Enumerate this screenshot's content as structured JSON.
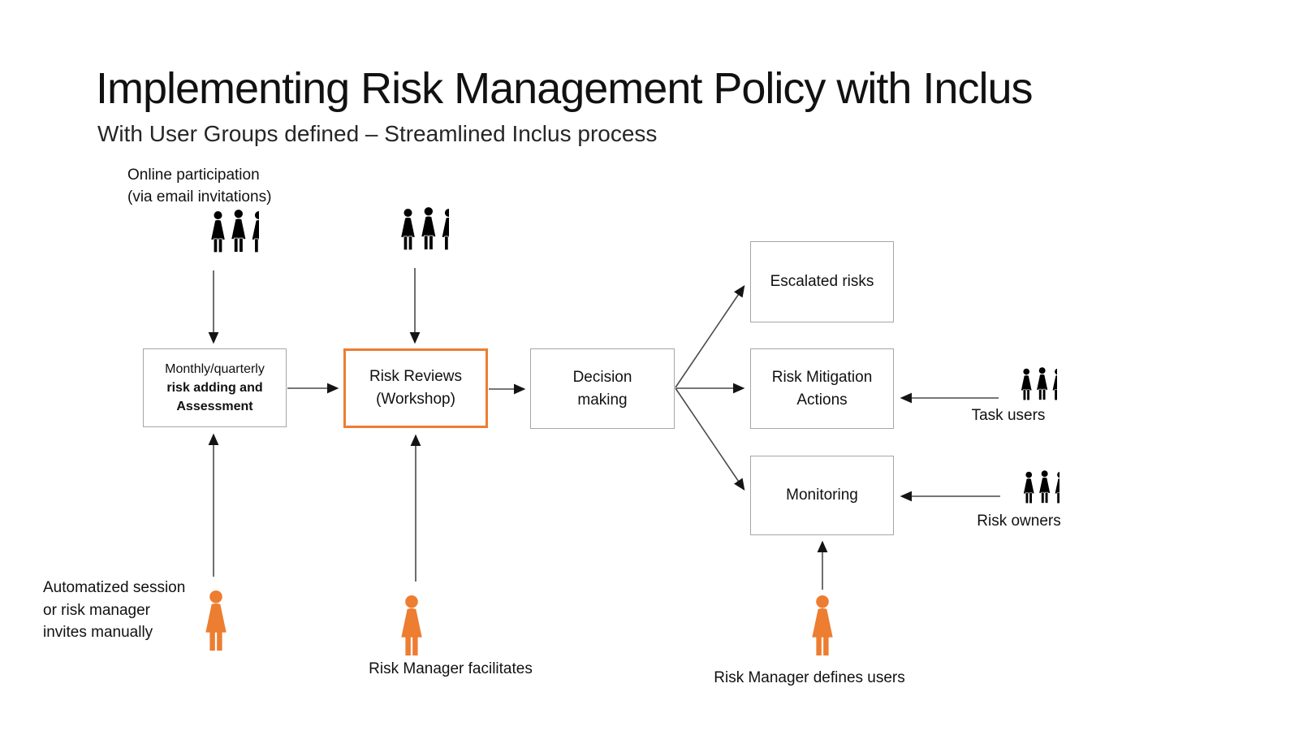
{
  "title": "Implementing Risk Management Policy with Inclus",
  "subtitle": "With User Groups defined – Streamlined Inclus process",
  "colors": {
    "accent_orange": "#ED7D31",
    "box_border_gray": "#A6A6A6",
    "arrow_gray": "#4A4A4A",
    "icon_black": "#000000",
    "text": "#1A1A1A"
  },
  "annotations": {
    "online_participation": [
      "Online participation",
      "(via email invitations)"
    ],
    "automatized_session": [
      "Automatized session",
      "or risk manager",
      "invites manually"
    ],
    "risk_manager_facilitates": "Risk Manager facilitates",
    "risk_manager_defines_users": "Risk Manager defines users",
    "task_users": "Task users",
    "risk_owners": "Risk owners"
  },
  "boxes": {
    "monthly_assessment": {
      "line1": "Monthly/quarterly",
      "line2": "risk adding and",
      "line3": "Assessment"
    },
    "risk_reviews": {
      "line1": "Risk Reviews",
      "line2": "(Workshop)"
    },
    "decision_making": {
      "line1": "Decision",
      "line2": "making"
    },
    "escalated_risks": {
      "label": "Escalated risks"
    },
    "risk_mitigation": {
      "line1": "Risk Mitigation",
      "line2": "Actions"
    },
    "monitoring": {
      "label": "Monitoring"
    }
  },
  "icons": {
    "people_group": "three-person silhouette group (black)",
    "person": "single person silhouette (orange, risk manager)"
  }
}
